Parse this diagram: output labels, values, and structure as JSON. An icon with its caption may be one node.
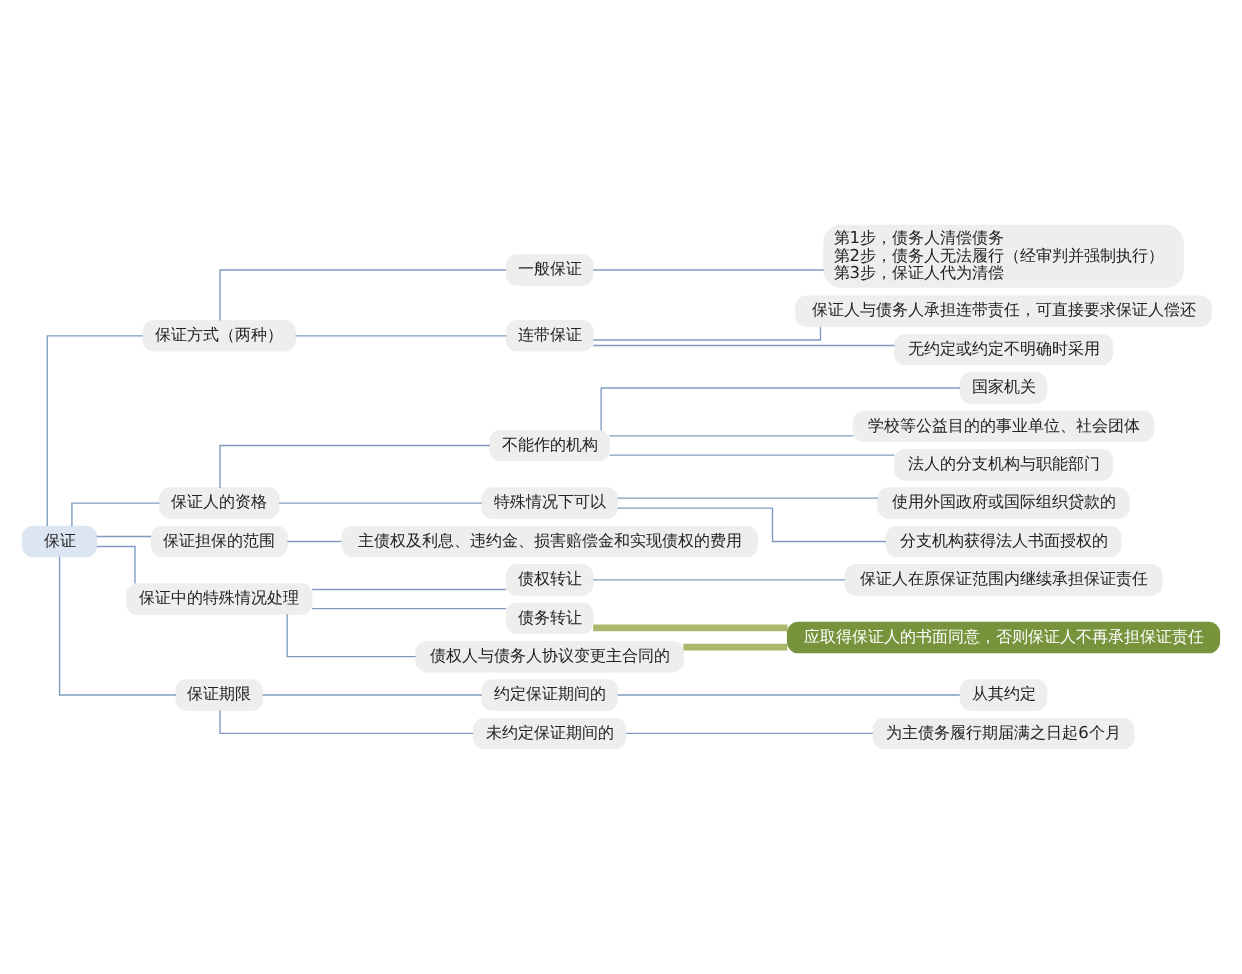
{
  "diagram": {
    "nodes": [
      {
        "text": [
          "保证"
        ]
      },
      {
        "text": [
          "保证方式（两种）"
        ]
      },
      {
        "text": [
          "一般保证"
        ]
      },
      {
        "text": [
          "第1步，债务人清偿债务",
          "第2步，债务人无法履行（经审判并强制执行）",
          "第3步，保证人代为清偿"
        ]
      },
      {
        "text": [
          "连带保证"
        ]
      },
      {
        "text": [
          "保证人与债务人承担连带责任，可直接要求保证人偿还"
        ]
      },
      {
        "text": [
          "无约定或约定不明确时采用"
        ]
      },
      {
        "text": [
          "保证人的资格"
        ]
      },
      {
        "text": [
          "不能作的机构"
        ]
      },
      {
        "text": [
          "国家机关"
        ]
      },
      {
        "text": [
          "学校等公益目的的事业单位、社会团体"
        ]
      },
      {
        "text": [
          "法人的分支机构与职能部门"
        ]
      },
      {
        "text": [
          "特殊情况下可以"
        ]
      },
      {
        "text": [
          "使用外国政府或国际组织贷款的"
        ]
      },
      {
        "text": [
          "分支机构获得法人书面授权的"
        ]
      },
      {
        "text": [
          "保证担保的范围"
        ]
      },
      {
        "text": [
          "主债权及利息、违约金、损害赔偿金和实现债权的费用"
        ]
      },
      {
        "text": [
          "保证中的特殊情况处理"
        ]
      },
      {
        "text": [
          "债权转让"
        ]
      },
      {
        "text": [
          "保证人在原保证范围内继续承担保证责任"
        ]
      },
      {
        "text": [
          "债务转让"
        ]
      },
      {
        "text": [
          "债权人与债务人协议变更主合同的"
        ]
      },
      {
        "text": [
          "应取得保证人的书面同意，否则保证人不再承担保证责任"
        ]
      },
      {
        "text": [
          "保证期限"
        ]
      },
      {
        "text": [
          "约定保证期间的"
        ]
      },
      {
        "text": [
          "从其约定"
        ]
      },
      {
        "text": [
          "未约定保证期间的"
        ]
      },
      {
        "text": [
          "为主债务履行期届满之日起6个月"
        ]
      }
    ],
    "edges": [
      {
        "from": 0,
        "to": 1,
        "arrow": "none"
      },
      {
        "from": 1,
        "to": 2,
        "arrow": "none"
      },
      {
        "from": 2,
        "to": 3,
        "arrow": "none"
      },
      {
        "from": 1,
        "to": 4,
        "arrow": "none"
      },
      {
        "from": 4,
        "to": 5,
        "arrow": "none"
      },
      {
        "from": 4,
        "to": 6,
        "arrow": "none"
      },
      {
        "from": 0,
        "to": 7,
        "arrow": "none"
      },
      {
        "from": 7,
        "to": 8,
        "arrow": "none"
      },
      {
        "from": 8,
        "to": 9,
        "arrow": "none"
      },
      {
        "from": 8,
        "to": 10,
        "arrow": "none"
      },
      {
        "from": 8,
        "to": 11,
        "arrow": "none"
      },
      {
        "from": 7,
        "to": 12,
        "arrow": "none"
      },
      {
        "from": 12,
        "to": 13,
        "arrow": "none"
      },
      {
        "from": 12,
        "to": 14,
        "arrow": "none"
      },
      {
        "from": 0,
        "to": 15,
        "arrow": "none"
      },
      {
        "from": 15,
        "to": 16,
        "arrow": "none"
      },
      {
        "from": 0,
        "to": 17,
        "arrow": "none"
      },
      {
        "from": 17,
        "to": 18,
        "arrow": "none"
      },
      {
        "from": 18,
        "to": 19,
        "arrow": "none"
      },
      {
        "from": 17,
        "to": 20,
        "arrow": "none"
      },
      {
        "from": 17,
        "to": 21,
        "arrow": "none"
      },
      {
        "from": 20,
        "to": 22,
        "arrow": "none",
        "color": "#a9b86a",
        "style": "thick"
      },
      {
        "from": 21,
        "to": 22,
        "arrow": "none",
        "color": "#a9b86a",
        "style": "thick"
      },
      {
        "from": 0,
        "to": 23,
        "arrow": "none"
      },
      {
        "from": 23,
        "to": 24,
        "arrow": "none"
      },
      {
        "from": 24,
        "to": 25,
        "arrow": "none"
      },
      {
        "from": 23,
        "to": 26,
        "arrow": "none"
      },
      {
        "from": 26,
        "to": 27,
        "arrow": "none"
      }
    ]
  }
}
